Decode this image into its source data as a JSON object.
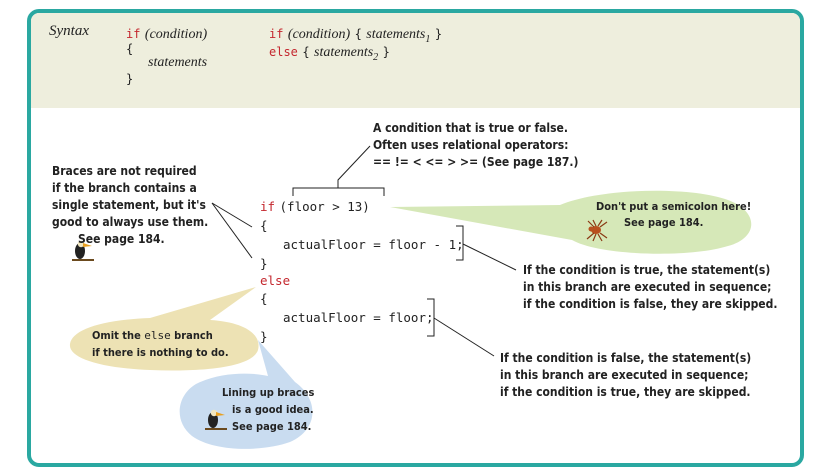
{
  "syntax": {
    "title": "Syntax",
    "form1": {
      "if_kw": "if",
      "condition": "(condition)",
      "open_brace": "{",
      "statements": "statements",
      "close_brace": "}"
    },
    "form2": {
      "if_kw": "if",
      "condition": "(condition)",
      "open_brace": "{",
      "statements1": "statements",
      "sub1": "1",
      "close_brace": "}",
      "else_kw": "else",
      "open_brace2": "{",
      "statements2": "statements",
      "sub2": "2",
      "close_brace2": "}"
    }
  },
  "example": {
    "if_kw": "if",
    "condition": "(floor > 13)",
    "open1": "{",
    "stmt1": "actualFloor = floor - 1;",
    "close1": "}",
    "else_kw": "else",
    "open2": "{",
    "stmt2": "actualFloor = floor;",
    "close2": "}"
  },
  "annotations": {
    "condition": [
      "A condition that is true or false.",
      "Often uses relational operators:",
      "== != < <= > >= (See page 187.)"
    ],
    "braces": [
      "Braces are not required",
      "if the branch contains a",
      "single statement, but it's",
      "good to always use them.",
      "See page 184."
    ],
    "semicolon": [
      "Don't put a semicolon here!",
      "See page 184."
    ],
    "true_branch": [
      "If the condition is true, the statement(s)",
      "in this branch are executed in sequence;",
      "if the condition is false, they are skipped."
    ],
    "false_branch": [
      "If the condition is false, the statement(s)",
      "in this branch are executed in sequence;",
      "if the condition is true, they are skipped."
    ],
    "omit_else": {
      "pre": "Omit the ",
      "code": "else",
      "post": " branch",
      "line2": "if there is nothing to do."
    },
    "lining": [
      "Lining up braces",
      "is a good idea.",
      "See page 184."
    ]
  },
  "colors": {
    "frame": "#2aa8a1",
    "band": "#eeeedd",
    "keyword": "#c4272e",
    "bubble_green": "#d6e8b8",
    "bubble_tan": "#ede2b4",
    "bubble_blue": "#c9dcf0"
  }
}
